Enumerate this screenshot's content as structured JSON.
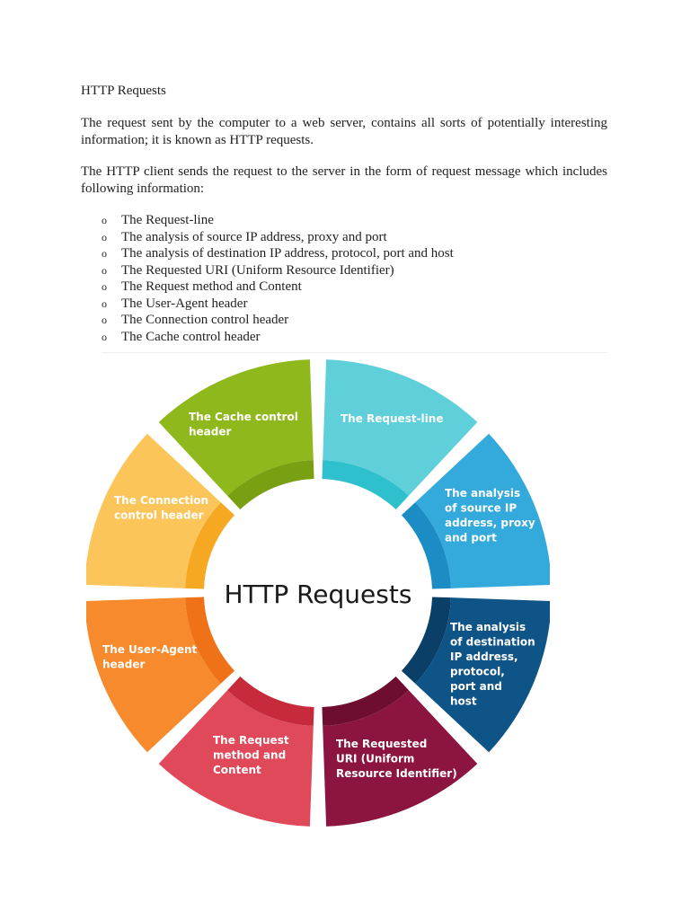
{
  "heading": "HTTP Requests",
  "paragraph_1": "The request sent by the computer to a web server, contains all sorts of potentially interesting information; it is known as HTTP requests.",
  "paragraph_2": "The HTTP client sends the request to the server in the form of request message which includes following information:",
  "bullet_char": "o",
  "list": [
    "The Request-line",
    "The analysis of source IP address, proxy and port",
    "The analysis of destination IP address, protocol, port and host",
    "The Requested URI (Uniform Resource Identifier)",
    "The Request method and Content",
    "The User-Agent header",
    "The Connection control header",
    "The Cache control header"
  ],
  "diagram": {
    "center_title": "HTTP Requests",
    "segments": [
      {
        "lines": [
          "The Request-line"
        ],
        "color": "#5fcfda",
        "inner": "#2ec1cd"
      },
      {
        "lines": [
          "The analysis",
          "of source IP",
          "address, proxy",
          "and port"
        ],
        "color": "#34a9dc",
        "inner": "#1b8cc4"
      },
      {
        "lines": [
          "The analysis",
          "of destination",
          "IP address,",
          "protocol,",
          "port and",
          "host"
        ],
        "color": "#0f5486",
        "inner": "#0a3f68"
      },
      {
        "lines": [
          "The Requested",
          "URI (Uniform",
          "Resource Identifier)"
        ],
        "color": "#8b1540",
        "inner": "#6e0d30"
      },
      {
        "lines": [
          "The Request",
          "method and",
          "Content"
        ],
        "color": "#e0495a",
        "inner": "#c72b3b"
      },
      {
        "lines": [
          "The User-Agent",
          "header"
        ],
        "color": "#f78a2c",
        "inner": "#ef7118"
      },
      {
        "lines": [
          "The Connection",
          "control header"
        ],
        "color": "#fbc55a",
        "inner": "#f7a823"
      },
      {
        "lines": [
          "The Cache control",
          "header"
        ],
        "color": "#8fb81c",
        "inner": "#78a012"
      }
    ]
  }
}
